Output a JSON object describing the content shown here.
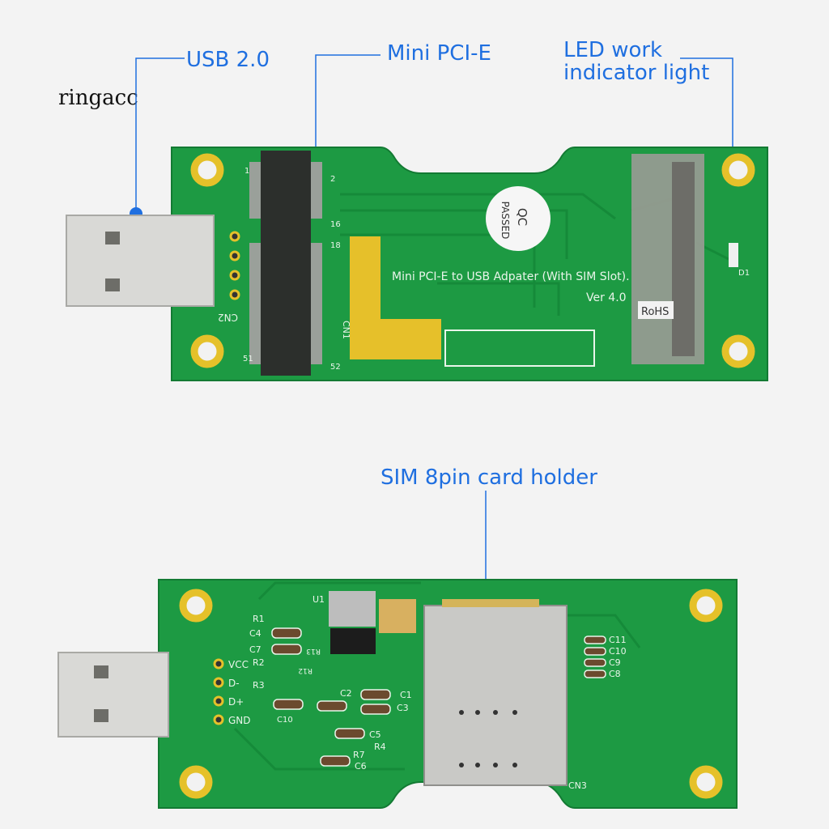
{
  "brand_watermark": "ringacc",
  "colors": {
    "callout": "#1f6fe0",
    "pcb": "#1d9a43",
    "pad": "#e9c52a",
    "background": "#f3f3f3"
  },
  "callouts": {
    "usb": "USB 2.0",
    "mini_pcie": "Mini PCI-E",
    "led_line1": "LED work",
    "led_line2": "indicator light",
    "sim": "SIM 8pin card holder"
  },
  "top_board": {
    "title": "Mini PCI-E to USB Adpater (With SIM Slot).",
    "version": "Ver 4.0",
    "qc_line1": "QC",
    "qc_line2": "PASSED",
    "rohs": "RoHS",
    "cn1": "CN1",
    "cn2": "CN2",
    "pin_labels": [
      "1",
      "2",
      "16",
      "18",
      "51",
      "52"
    ],
    "d1": "D1"
  },
  "bottom_board": {
    "pins": [
      "VCC",
      "D-",
      "D+",
      "GND"
    ],
    "components": [
      "U1",
      "R1",
      "C4",
      "C7",
      "R2",
      "R3",
      "R13",
      "R12",
      "C10",
      "C2",
      "C1",
      "C3",
      "C5",
      "R4",
      "R7",
      "C6",
      "C11",
      "C10",
      "C9",
      "C8",
      "CN3"
    ]
  }
}
